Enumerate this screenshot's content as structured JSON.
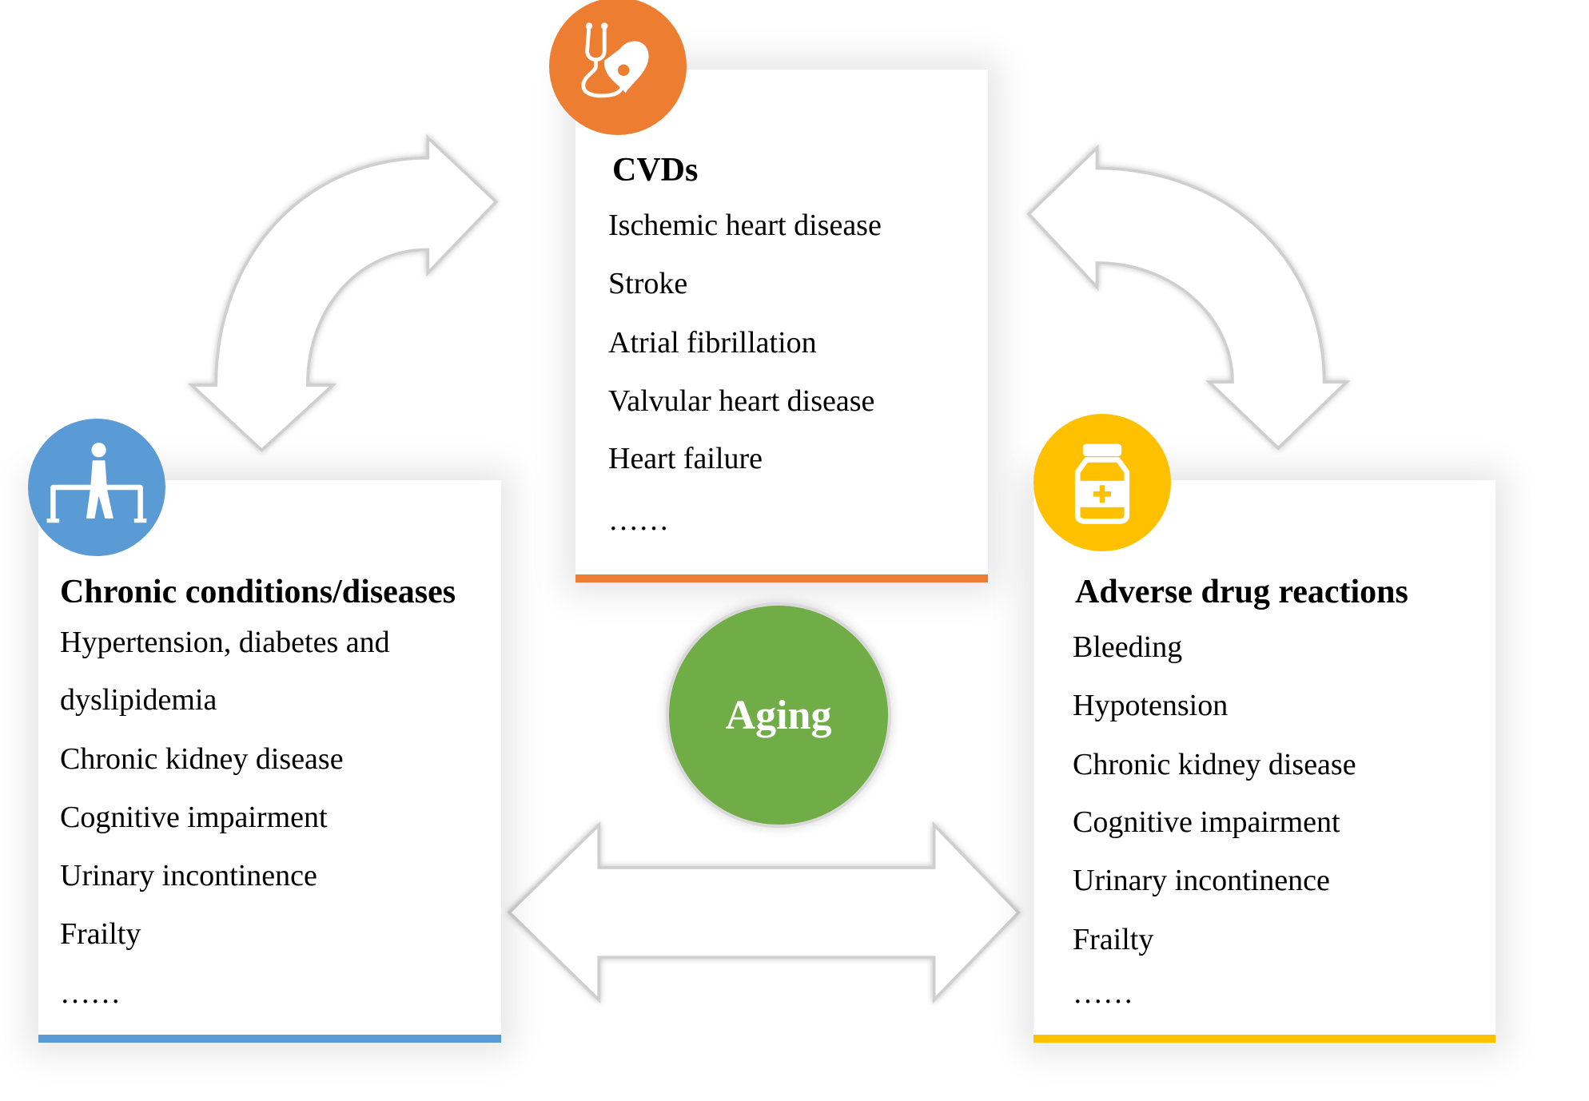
{
  "colors": {
    "cvd": "#ED7D31",
    "chronic": "#5B9BD5",
    "adverse": "#FFC000",
    "aging": "#70AD47"
  },
  "cvd": {
    "icon": "stethoscope-heart-icon",
    "title": "CVDs",
    "items": [
      "Ischemic heart disease",
      "Stroke",
      "Atrial fibrillation",
      "Valvular heart disease",
      "Heart failure",
      "……"
    ]
  },
  "chronic": {
    "icon": "person-walking-bars-icon",
    "title": "Chronic conditions/diseases",
    "items": [
      "Hypertension, diabetes and",
      "dyslipidemia",
      "Chronic kidney disease",
      "Cognitive impairment",
      "Urinary incontinence",
      "Frailty",
      "……"
    ]
  },
  "adverse": {
    "icon": "medicine-bottle-icon",
    "title": "Adverse drug reactions",
    "items": [
      "Bleeding",
      "Hypotension",
      "Chronic kidney disease",
      "Cognitive impairment",
      "Urinary incontinence",
      "Frailty",
      "……"
    ]
  },
  "center": {
    "label": "Aging"
  }
}
